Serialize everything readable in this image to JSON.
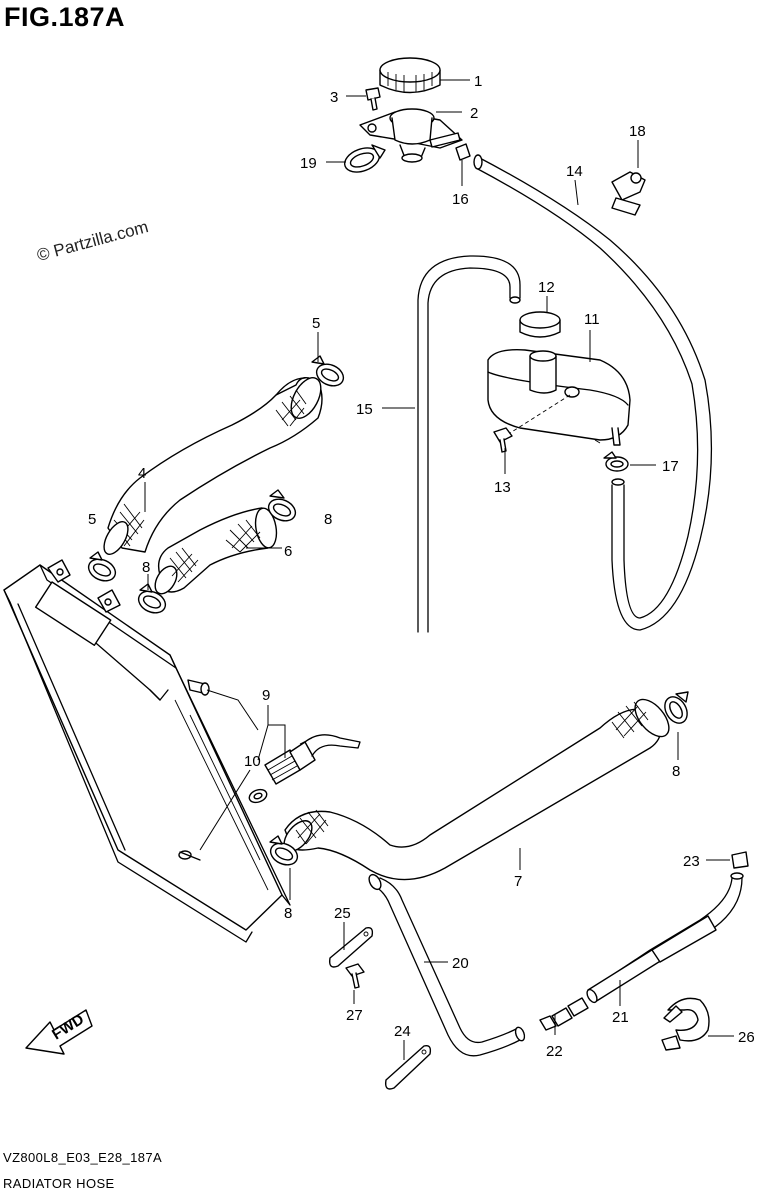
{
  "header": {
    "title": "FIG.187A"
  },
  "watermark": {
    "text": "© Partzilla.com"
  },
  "footer": {
    "code": "VZ800L8_E03_E28_187A",
    "name": "RADIATOR HOSE"
  },
  "direction_badge": {
    "label": "FWD"
  },
  "callouts": {
    "c1": "1",
    "c2": "2",
    "c3": "3",
    "c4": "4",
    "c5a": "5",
    "c5b": "5",
    "c6": "6",
    "c7": "7",
    "c8a": "8",
    "c8b": "8",
    "c8c": "8",
    "c8d": "8",
    "c9": "9",
    "c10": "10",
    "c11": "11",
    "c12": "12",
    "c13": "13",
    "c14": "14",
    "c15": "15",
    "c16": "16",
    "c17": "17",
    "c18": "18",
    "c19": "19",
    "c20": "20",
    "c21": "21",
    "c22": "22",
    "c23": "23",
    "c24": "24",
    "c25": "25",
    "c26": "26",
    "c27": "27"
  }
}
